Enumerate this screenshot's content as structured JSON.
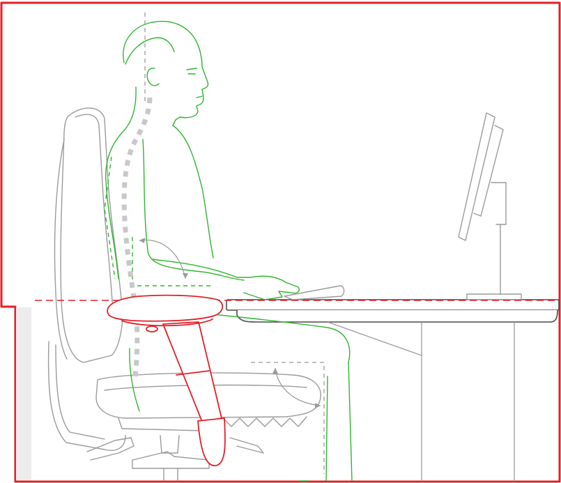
{
  "colors": {
    "frame": "#e41e26",
    "stool": "#e41e26",
    "person": "#2fb52f",
    "chair": "#9a9a9a",
    "desk": "#4a4a4a",
    "spine": "#c8c8c8",
    "background": "#ffffff"
  },
  "elements": {
    "frame": "red-frame",
    "chair": "office-chair",
    "person": "seated-person",
    "desk": "desk",
    "monitor": "monitor",
    "stool": "sit-stand-stool",
    "spine": "spine-posture-line",
    "seat_height_guide": "seat-height-guide",
    "angles": [
      "elbow-angle-arrow",
      "knee-angle-arrow"
    ]
  }
}
